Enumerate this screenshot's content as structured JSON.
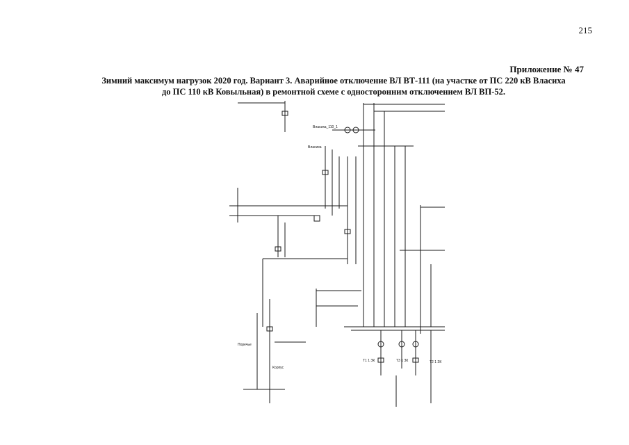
{
  "page_number": "215",
  "appendix": "Приложение № 47",
  "title": {
    "line1": "Зимний максимум нагрузок 2020 год. Вариант 3. Аварийное отключение ВЛ ВТ-111 (на участке от ПС 220 кВ Власиха",
    "line2": "до ПС 110 кВ Ковыльная) в ремонтной схеме с односторонним отключением ВЛ ВП-52."
  },
  "scheme": {
    "labels": {
      "vlasiha": "Власиха",
      "vlasiha_110": "Власиха_110_1",
      "t1": "Т1 1 ЗК",
      "t2": "Т2 1 ЗК",
      "t3": "Т3 1 ЗК",
      "porechye": "Поречье",
      "korpus": "Корпус"
    }
  },
  "colors": {
    "line": "#1a1a1a",
    "text": "#111111"
  }
}
